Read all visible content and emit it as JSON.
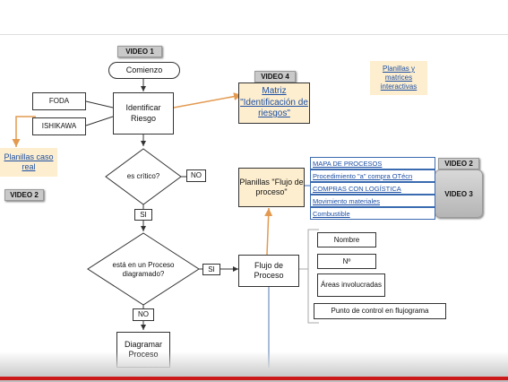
{
  "tags": {
    "video1": "VIDEO 1",
    "video4": "VIDEO 4",
    "video2_left": "VIDEO 2",
    "video2_right": "VIDEO 2",
    "video3": "VIDEO 3"
  },
  "nodes": {
    "comienzo": "Comienzo",
    "foda": "FODA",
    "ishikawa": "ISHIKAWA",
    "identificar_riesgo": "Identificar Riesgo",
    "matriz_riesgos": "Matriz \"Identificación de riesgos\"",
    "planillas_matrices": "Planillas y matrices interactivas",
    "planillas_caso_real": "Planillas caso real",
    "es_critico": "es crítico?",
    "no_1": "NO",
    "si_1": "SI",
    "esta_diagramado": "está en un Proceso diagramado?",
    "si_2": "SI",
    "no_2": "NO",
    "diagramar_proceso": "Diagramar Proceso",
    "flujo_proceso": "Flujo de Proceso",
    "planillas_flujo": "Planillas \"Flujo de proceso\"",
    "nombre": "Nombre",
    "numero": "Nº",
    "areas": "Áreas involucradas",
    "punto_control": "Punto de control en flujograma"
  },
  "process_links": [
    "MAPA  DE PROCESOS",
    "Procedimiento \"a\" compra OTécn",
    "COMPRAS CON LOGÍSTICA",
    "Movimiento materiales",
    "Combustible"
  ],
  "colors": {
    "orange": "#e39a50",
    "link": "#1d4fa3",
    "node_fill": "#fdeecf"
  }
}
